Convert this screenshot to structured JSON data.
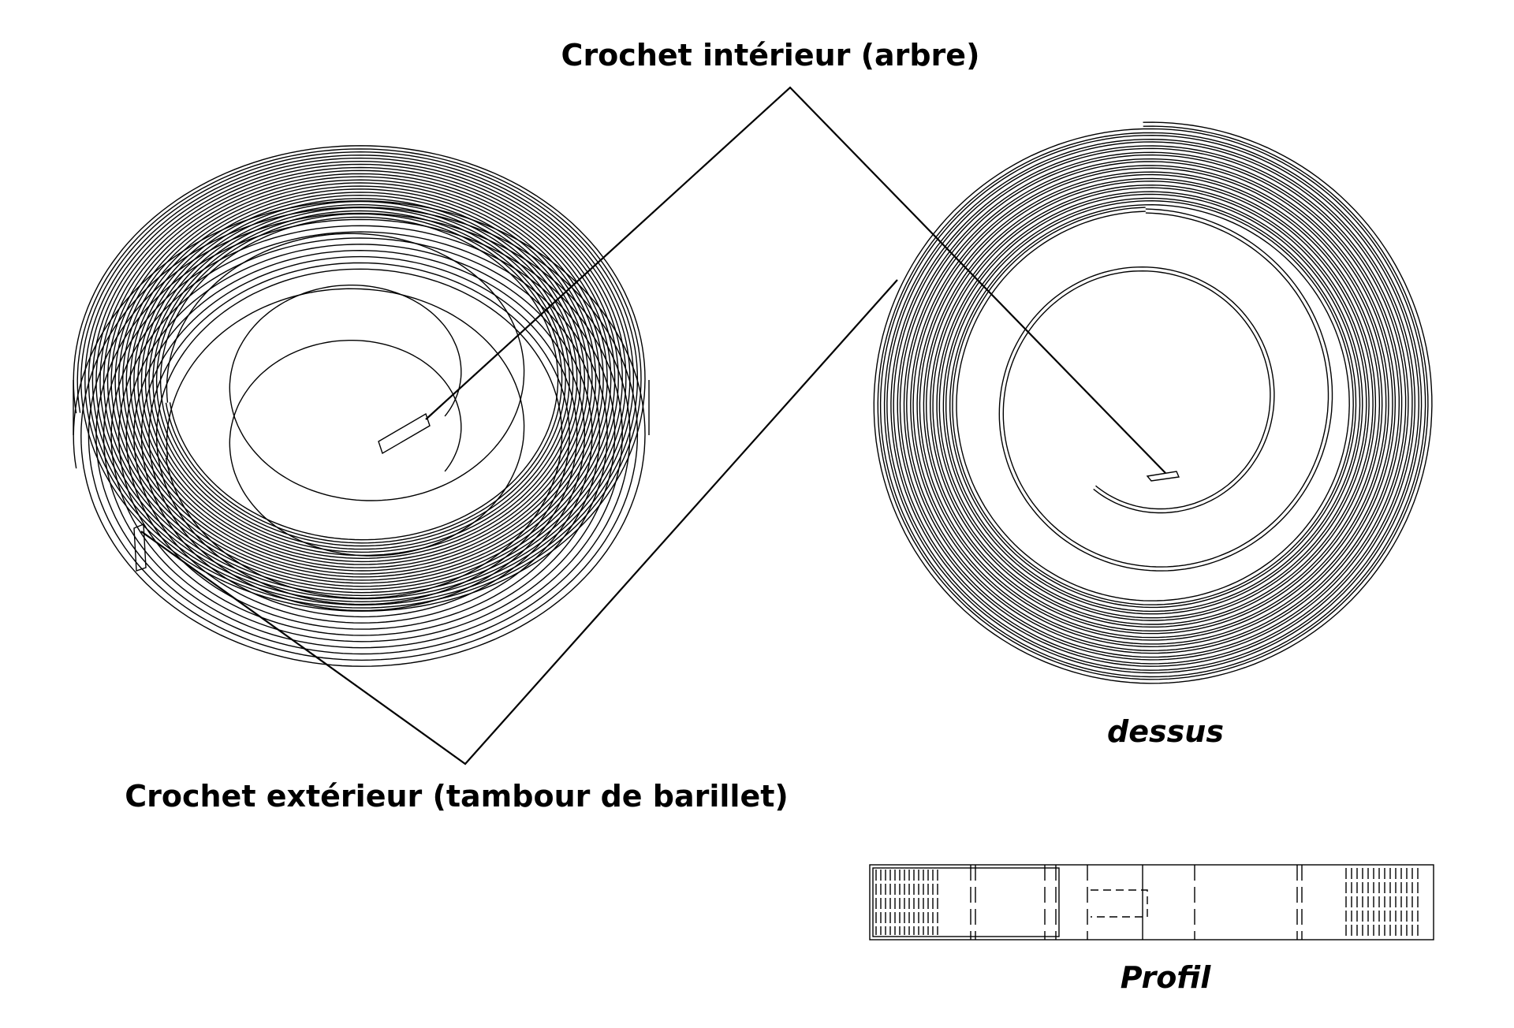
{
  "labels": {
    "inner_hook": "Crochet intérieur (arbre)",
    "outer_hook": "Crochet extérieur (tambour de barillet)",
    "top_view": "dessus",
    "profile_view": "Profil"
  },
  "colors": {
    "line": "#000000",
    "background": "#ffffff"
  }
}
